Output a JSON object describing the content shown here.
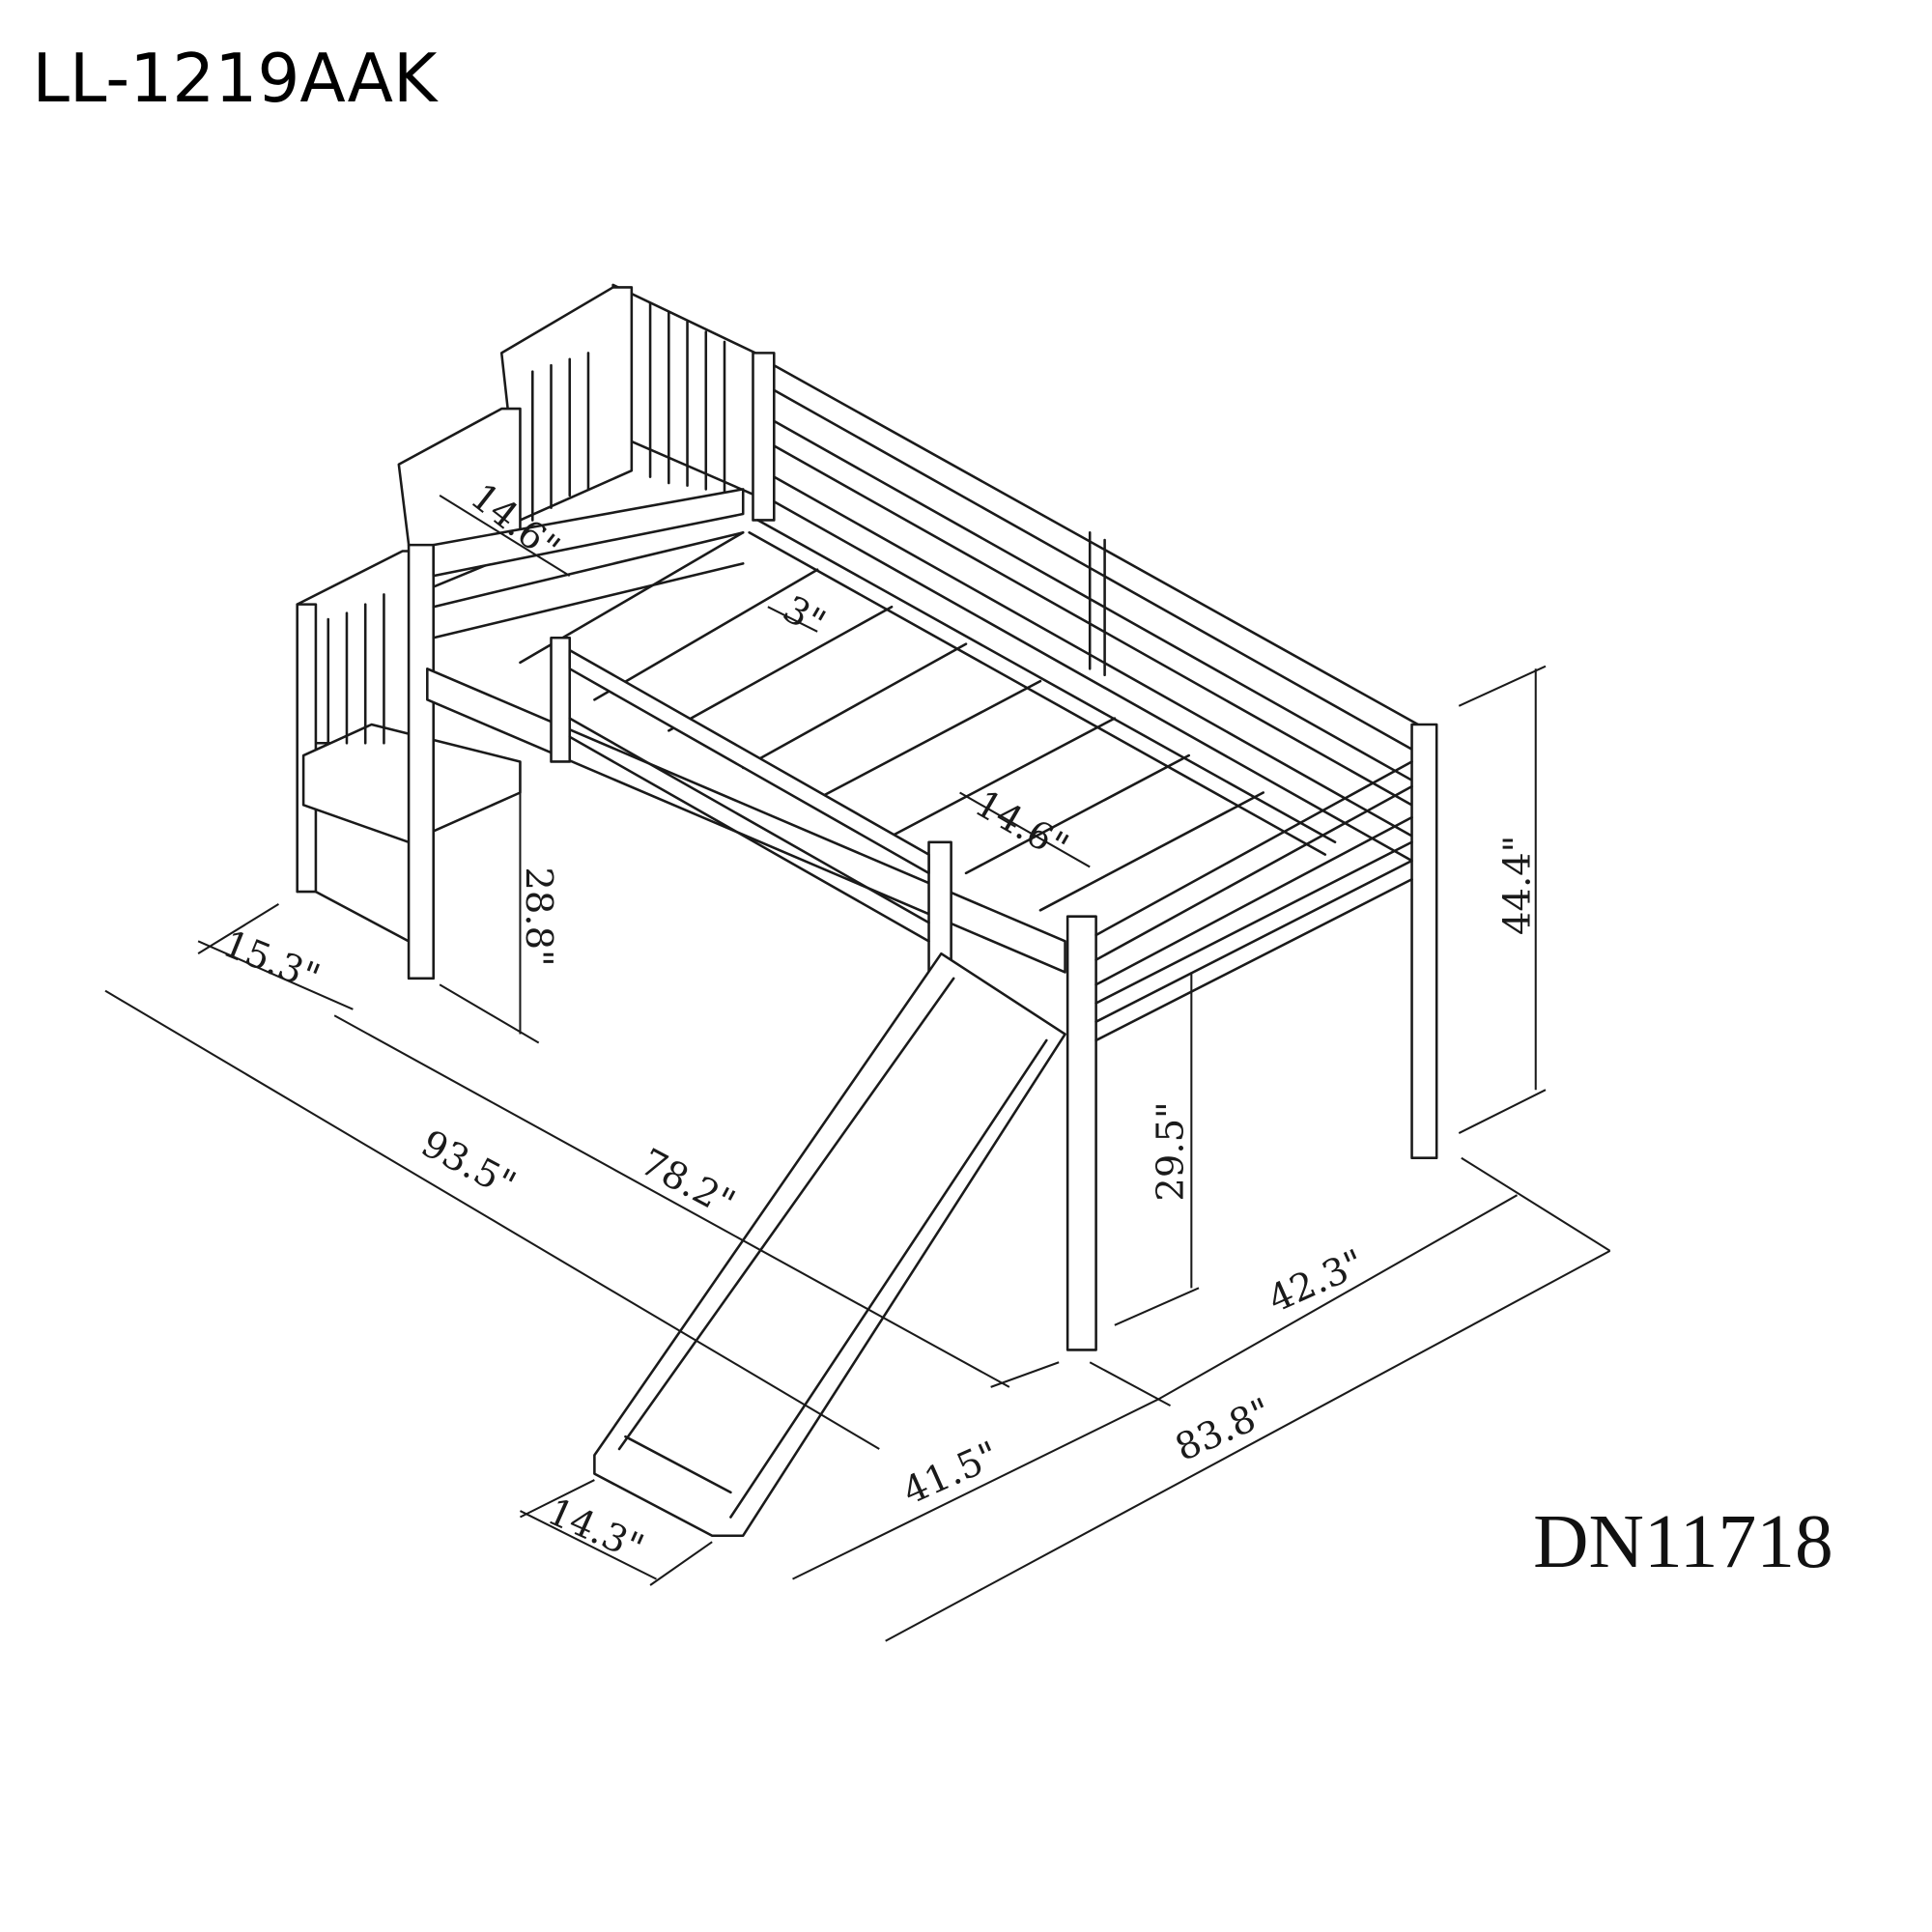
{
  "title": "LL-1219AAK",
  "drawing_code": "DN11718",
  "dimensions": {
    "stair_step_depth": "14.6\"",
    "slat_spacing": "3\"",
    "guard_rail_height": "14.6\"",
    "stair_height": "28.8\"",
    "stair_depth": "15.3\"",
    "overall_length": "93.5\"",
    "bed_length": "78.2\"",
    "bed_width": "41.5\"",
    "slide_width": "14.3\"",
    "overall_width": "83.8\"",
    "end_width": "42.3\"",
    "underbed_clearance": "29.5\"",
    "overall_height": "44.4\""
  }
}
